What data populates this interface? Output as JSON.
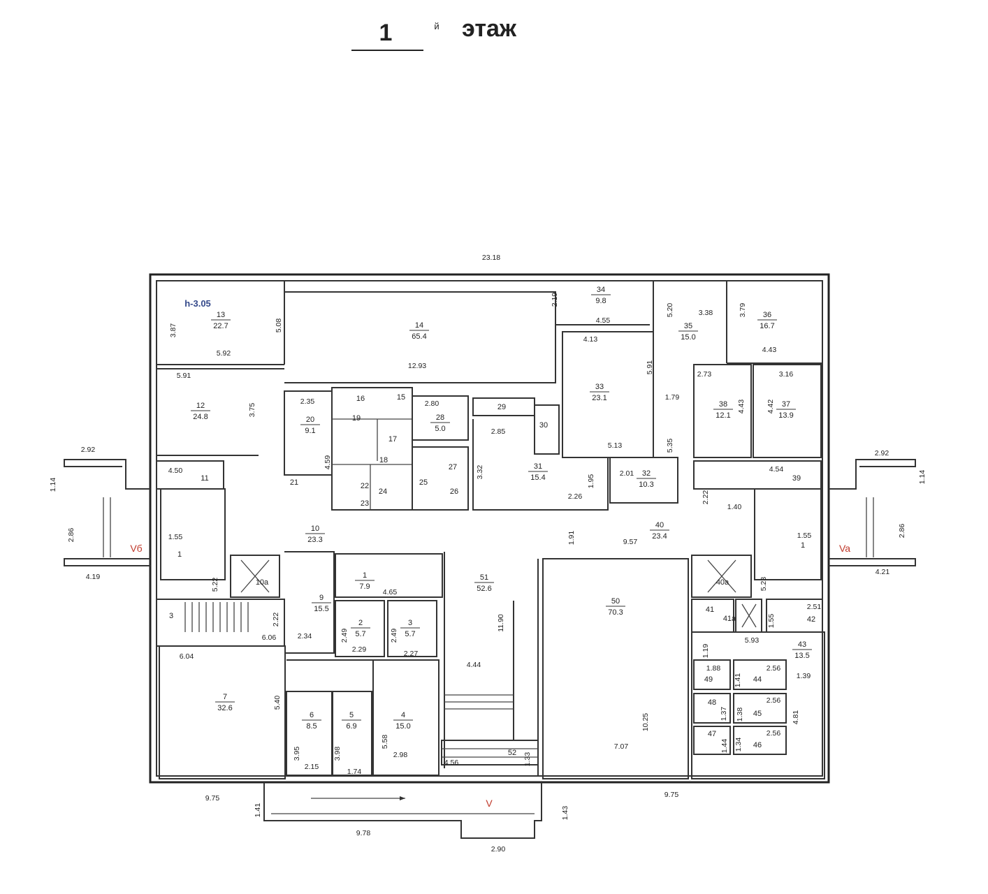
{
  "title": {
    "floor_number": "1",
    "suffix": "й",
    "word": "этаж"
  },
  "ceiling_height": "h-3.05",
  "rooms": [
    {
      "num": "13",
      "area": "22.7"
    },
    {
      "num": "14",
      "area": "65.4"
    },
    {
      "num": "34",
      "area": "9.8"
    },
    {
      "num": "35",
      "area": "15.0"
    },
    {
      "num": "36",
      "area": "16.7"
    },
    {
      "num": "12",
      "area": "24.8"
    },
    {
      "num": "20",
      "area": "9.1"
    },
    {
      "num": "28",
      "area": "5.0"
    },
    {
      "num": "33",
      "area": "23.1"
    },
    {
      "num": "38",
      "area": "12.1"
    },
    {
      "num": "37",
      "area": "13.9"
    },
    {
      "num": "31",
      "area": "15.4"
    },
    {
      "num": "32",
      "area": "10.3"
    },
    {
      "num": "10",
      "area": "23.3"
    },
    {
      "num": "40",
      "area": "23.4"
    },
    {
      "num": "1",
      "area": "7.9"
    },
    {
      "num": "51",
      "area": "52.6"
    },
    {
      "num": "9",
      "area": "15.5"
    },
    {
      "num": "2",
      "area": "5.7"
    },
    {
      "num": "3",
      "area": "5.7"
    },
    {
      "num": "50",
      "area": "70.3"
    },
    {
      "num": "43",
      "area": "13.5"
    },
    {
      "num": "7",
      "area": "32.6"
    },
    {
      "num": "6",
      "area": "8.5"
    },
    {
      "num": "5",
      "area": "6.9"
    },
    {
      "num": "4",
      "area": "15.0"
    }
  ],
  "room_labels": [
    "11",
    "21",
    "19",
    "16",
    "15",
    "17",
    "18",
    "22",
    "23",
    "24",
    "25",
    "27",
    "26",
    "29",
    "30",
    "39",
    "1",
    "1",
    "3",
    "10а",
    "40а",
    "41",
    "41а",
    "42",
    "49",
    "44",
    "48",
    "45",
    "47",
    "46",
    "52"
  ],
  "entrances": [
    "Vб",
    "Va",
    "V"
  ],
  "dimensions": [
    "23.18",
    "5.08",
    "3.87",
    "5.92",
    "5.91",
    "3.75",
    "2.35",
    "2.80",
    "4.59",
    "12.93",
    "2.19",
    "4.55",
    "4.13",
    "5.20",
    "3.38",
    "3.79",
    "4.43",
    "5.91",
    "2.73",
    "3.16",
    "1.79",
    "4.43",
    "4.42",
    "2.85",
    "3.32",
    "1.95",
    "5.13",
    "5.35",
    "2.01",
    "2.26",
    "2.22",
    "1.40",
    "4.54",
    "4.50",
    "2.92",
    "1.14",
    "2.86",
    "1.55",
    "4.19",
    "5.22",
    "1.91",
    "9.57",
    "2.92",
    "1.14",
    "2.86",
    "1.55",
    "4.21",
    "5.23",
    "4.65",
    "2.22",
    "6.06",
    "2.34",
    "2.49",
    "2.29",
    "2.49",
    "2.27",
    "6.04",
    "11.90",
    "4.44",
    "2.51",
    "1.55",
    "1.19",
    "5.93",
    "1.88",
    "2.56",
    "1.41",
    "1.39",
    "2.56",
    "1.37",
    "1.38",
    "4.81",
    "2.56",
    "1.44",
    "1.34",
    "5.40",
    "3.95",
    "3.98",
    "5.58",
    "2.98",
    "2.15",
    "1.74",
    "4.56",
    "1.33",
    "10.25",
    "7.07",
    "9.75",
    "9.75",
    "1.41",
    "1.43",
    "9.78",
    "2.90"
  ]
}
